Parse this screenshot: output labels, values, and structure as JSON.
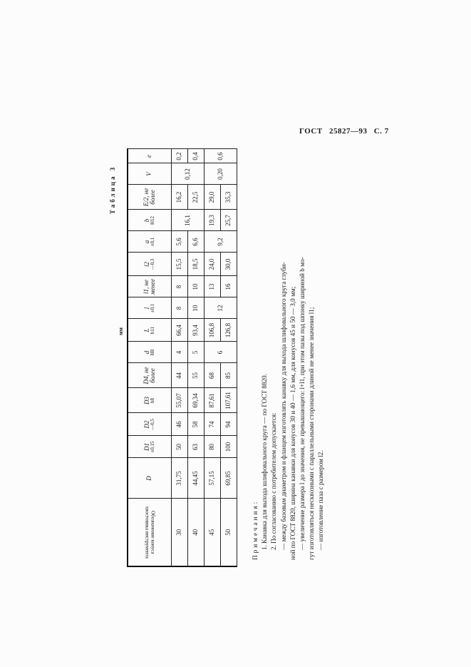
{
  "page_header": {
    "standard": "ГОСТ",
    "number": "25827—93",
    "page": "С. 7"
  },
  "table": {
    "title": "Таблица 3",
    "unit": "мм",
    "columns": [
      {
        "sym": "Обозначение конуса хвостовика инструмента",
        "tol": ""
      },
      {
        "sym": "D",
        "tol": ""
      },
      {
        "sym": "D1",
        "tol": "±0,15"
      },
      {
        "sym": "D2",
        "tol": "—0,5"
      },
      {
        "sym": "D3",
        "tol": "h8"
      },
      {
        "sym": "D4, не более",
        "tol": ""
      },
      {
        "sym": "d",
        "tol": "H8"
      },
      {
        "sym": "L",
        "tol": "h11"
      },
      {
        "sym": "l",
        "tol": "±0,1"
      },
      {
        "sym": "l1, не менее",
        "tol": ""
      },
      {
        "sym": "l2",
        "tol": "—0,3"
      },
      {
        "sym": "a",
        "tol": "±0,1"
      },
      {
        "sym": "b",
        "tol": "H12"
      },
      {
        "sym": "E/2, не более",
        "tol": ""
      },
      {
        "sym": "V",
        "tol": ""
      },
      {
        "sym": "e",
        "tol": ""
      }
    ],
    "rows": [
      [
        "30",
        "31,75",
        "50",
        "46",
        "55,07",
        "44",
        "4",
        "66,4",
        "8",
        "8",
        "15,5",
        "5,6",
        "16,1",
        "16,2",
        "0,12",
        "0,2"
      ],
      [
        "40",
        "44,45",
        "63",
        "58",
        "69,34",
        "55",
        "5",
        "93,4",
        "10",
        "10",
        "18,5",
        "6,6",
        "",
        "22,5",
        "",
        "0,4"
      ],
      [
        "45",
        "57,15",
        "80",
        "74",
        "87,61",
        "68",
        "6",
        "106,8",
        "12",
        "13",
        "24,0",
        "9,2",
        "19,3",
        "29,0",
        "0,20",
        "0,6"
      ],
      [
        "50",
        "69,85",
        "100",
        "94",
        "107,61",
        "85",
        "",
        "126,8",
        "",
        "16",
        "30,0",
        "",
        "25,7",
        "35,3",
        "",
        ""
      ]
    ]
  },
  "notes": {
    "heading": "Примечания:",
    "lines": [
      "1. Канавка для выхода шлифовального круга — по ГОСТ 8820.",
      "2. По согласованию с потребителем допускается:",
      "— между базовым диаметром и фланцем изготовлять канавку для выхода шлифовального круга глуби-",
      "ной по ГОСТ 8820, ширина канавки для конусов 30 и 40 — 1,6 мм, для конусов 45 и 50 — 3,0 мм;",
      "— увеличение размера l до значения, не превышающего: l+l1, при этом пазы под шпонку шириной b мо-",
      "гут изготовляться несквозными с параллельными сторонами длиной не менее значения l1;",
      "— изготовление паза с размером l2."
    ]
  }
}
